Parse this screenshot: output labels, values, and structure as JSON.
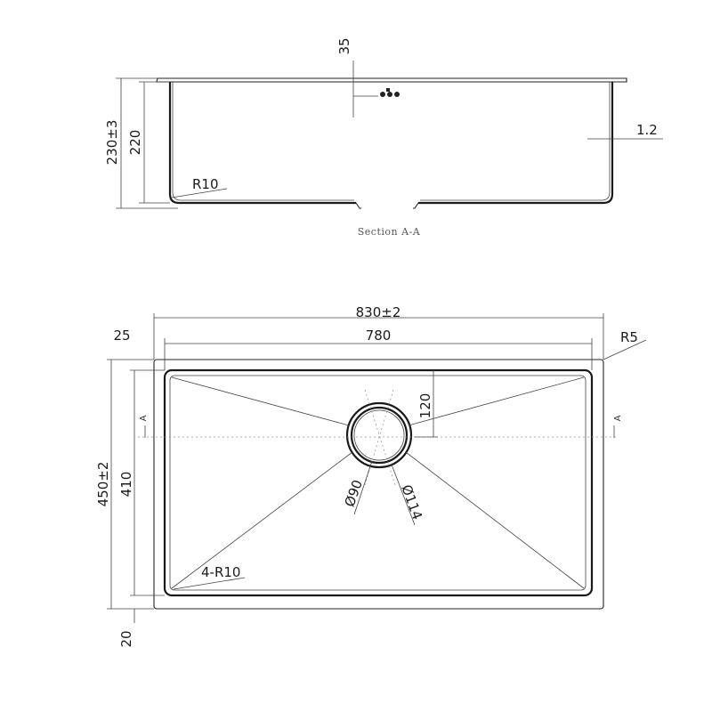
{
  "section": {
    "dim_depth_total": "230±3",
    "dim_depth_inner": "220",
    "dim_flange": "35",
    "dim_thickness": "1.2",
    "radius_bottom": "R10",
    "caption": "Section A-A"
  },
  "plan": {
    "dim_overall_width": "830±2",
    "dim_inner_width": "780",
    "dim_offset_left": "25",
    "radius_corner": "R5",
    "dim_overall_depth": "450±2",
    "dim_inner_depth": "410",
    "dim_offset_bottom": "20",
    "dim_drain_offset": "120",
    "drain_inner": "Ø90",
    "drain_outer": "Ø114",
    "radius_inner_corners": "4-R10",
    "section_marker_left": "A",
    "section_marker_right": "A"
  }
}
